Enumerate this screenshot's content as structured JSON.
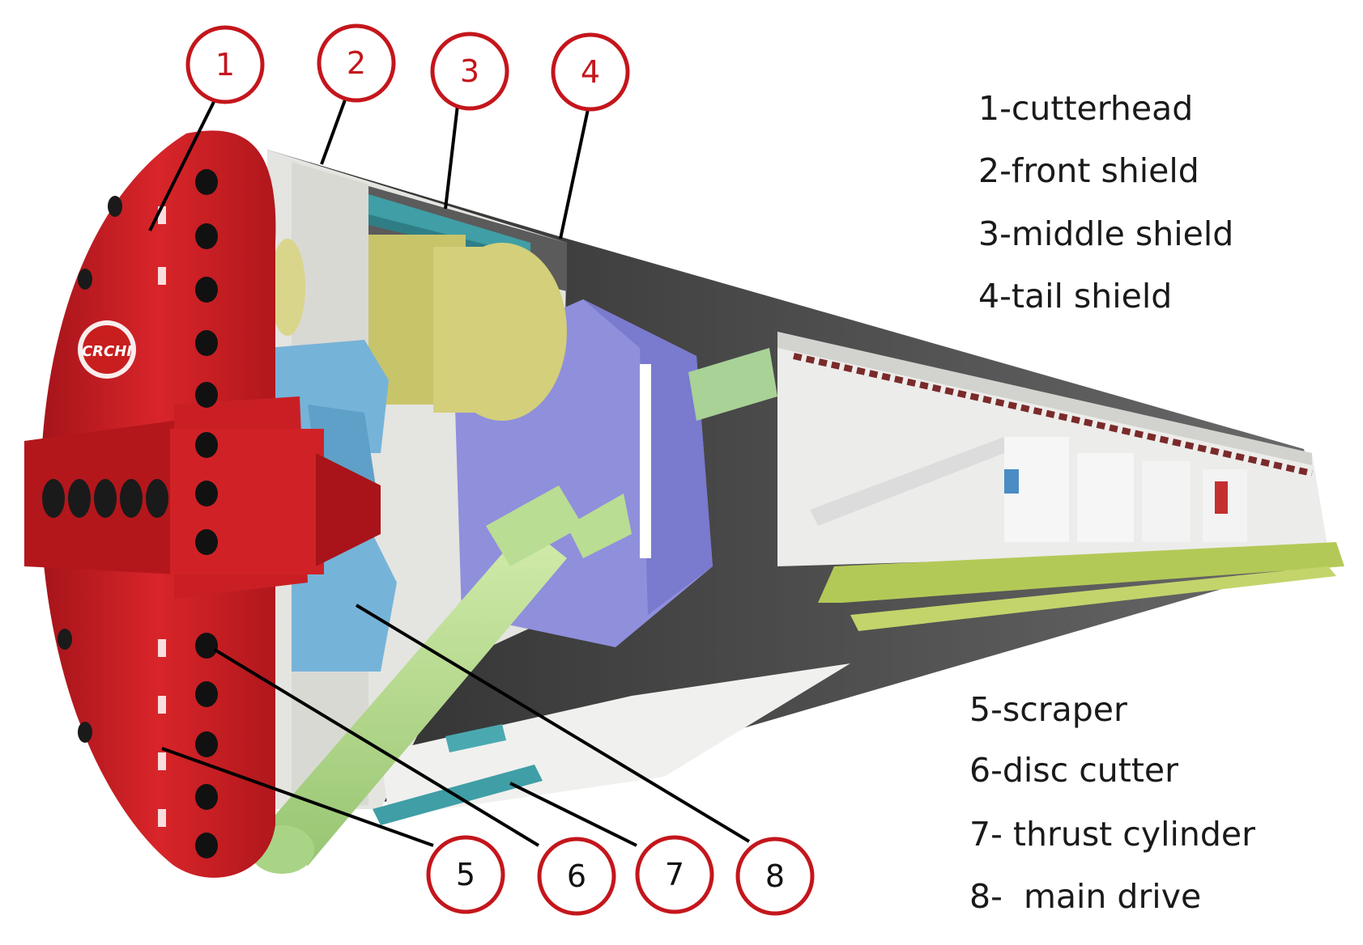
{
  "legend_top": [
    "1-cutterhead",
    "2-front shield",
    "3-middle shield",
    "4-tail shield"
  ],
  "legend_bottom": [
    "5-scraper",
    "6-disc cutter",
    "7- thrust cylinder",
    "8-  main drive"
  ],
  "callouts": [
    "1",
    "2",
    "3",
    "4",
    "5",
    "6",
    "7",
    "8"
  ],
  "logo_text": "CRCHI",
  "colors": {
    "callout_ring": "#c4161c",
    "callout_text_top": "#c4161c",
    "callout_text_bottom": "#111111",
    "cutterhead": "#c81e1e",
    "scraper": "#76b3d9",
    "main_drive": "#d3cf7a",
    "screw_conveyor": "#b9dd93",
    "gantry": "#8f8fdc",
    "thrust_cylinder": "#3f9ea6",
    "shield_interior": "#e6e6e3",
    "shield_dark": "#4a4a4a"
  }
}
